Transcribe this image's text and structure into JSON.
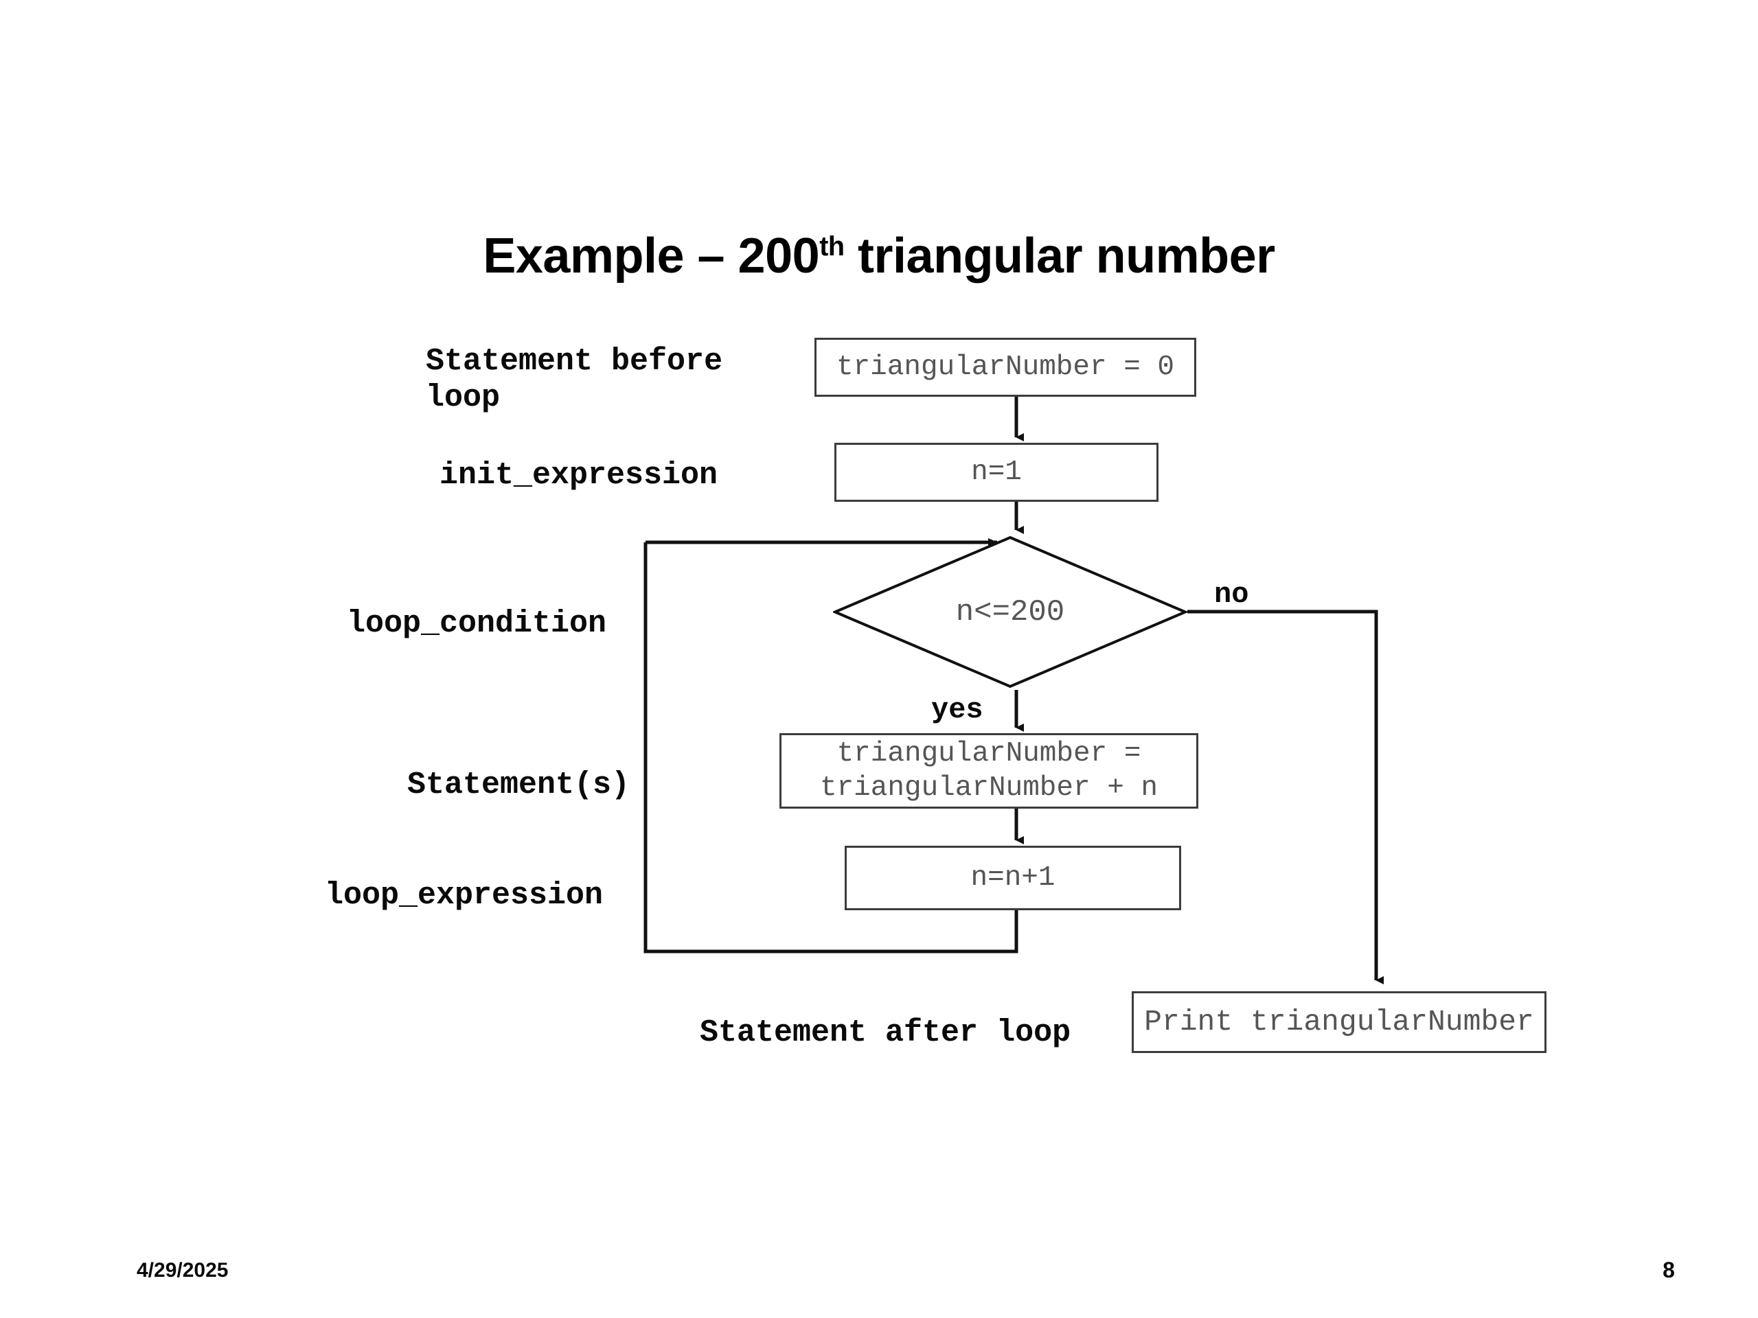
{
  "slide": {
    "title_main": "Example – 200",
    "title_sup": "th",
    "title_tail": " triangular number",
    "footer_date": "4/29/2025",
    "footer_page": "8"
  },
  "annotations": {
    "statement_before_loop": "Statement before\nloop",
    "init_expression": "init_expression",
    "loop_condition": "loop_condition",
    "statements": "Statement(s)",
    "loop_expression": "loop_expression",
    "statement_after_loop": "Statement after loop"
  },
  "branches": {
    "no": "no",
    "yes": "yes"
  },
  "nodes": {
    "init_triangular": "triangularNumber = 0",
    "init_n": "n=1",
    "condition": "n<=200",
    "accumulate": "triangularNumber =\ntriangularNumber + n",
    "increment": "n=n+1",
    "print": "Print triangularNumber"
  },
  "colors": {
    "box_border": "#3c3c3c",
    "box_text": "#555555",
    "label_text": "#0a0a0a",
    "connector": "#111111",
    "background": "#ffffff"
  },
  "chart_data": {
    "type": "diagram",
    "title": "Example – 200th triangular number",
    "diagram_kind": "flowchart",
    "nodes": [
      {
        "id": "init_triangular",
        "shape": "process",
        "text": "triangularNumber = 0",
        "annotation": "Statement before loop"
      },
      {
        "id": "init_n",
        "shape": "process",
        "text": "n=1",
        "annotation": "init_expression"
      },
      {
        "id": "condition",
        "shape": "decision",
        "text": "n<=200",
        "annotation": "loop_condition"
      },
      {
        "id": "accumulate",
        "shape": "process",
        "text": "triangularNumber = triangularNumber + n",
        "annotation": "Statement(s)"
      },
      {
        "id": "increment",
        "shape": "process",
        "text": "n=n+1",
        "annotation": "loop_expression"
      },
      {
        "id": "print",
        "shape": "process",
        "text": "Print triangularNumber",
        "annotation": "Statement after loop"
      }
    ],
    "edges": [
      {
        "from": "init_triangular",
        "to": "init_n",
        "label": ""
      },
      {
        "from": "init_n",
        "to": "condition",
        "label": ""
      },
      {
        "from": "condition",
        "to": "accumulate",
        "label": "yes"
      },
      {
        "from": "condition",
        "to": "print",
        "label": "no"
      },
      {
        "from": "accumulate",
        "to": "increment",
        "label": ""
      },
      {
        "from": "increment",
        "to": "condition",
        "label": ""
      }
    ]
  }
}
